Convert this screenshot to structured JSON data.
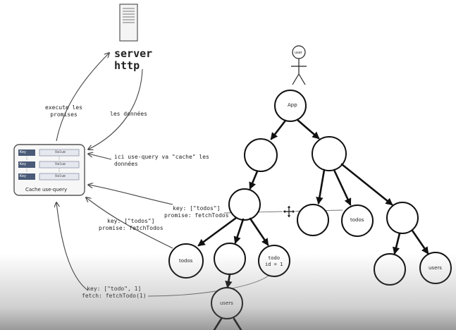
{
  "server": {
    "line1": "server",
    "line2": "http",
    "icon": "server-icon"
  },
  "labels": {
    "execute": "execute les\npromises",
    "donnees": "les données",
    "cache_note": "ici use-query va \"cache\" les\ndonnées",
    "key_todos_right": "key: [\"todos\"]\npromise: fetchTodos",
    "key_todos_left": "key: [\"todos\"]\npromise: fetchTodos",
    "key_todo": "key: [\"todo\", 1]\nfetch: fetchTodo(1)"
  },
  "cache": {
    "title": "Cache use-query",
    "rows": [
      {
        "key": "Key",
        "value": "Value"
      },
      {
        "key": "Key",
        "value": "Value"
      },
      {
        "key": "Key",
        "value": "Value"
      }
    ]
  },
  "tree": {
    "user": "user",
    "app": "App",
    "todos_mid": "todos",
    "todos_left": "todos",
    "todo": "todo\nid = 1",
    "users_right": "users",
    "users_bottom": "users"
  },
  "icons": {
    "cursor": "move-cursor-icon",
    "user": "stick-figure-icon"
  }
}
